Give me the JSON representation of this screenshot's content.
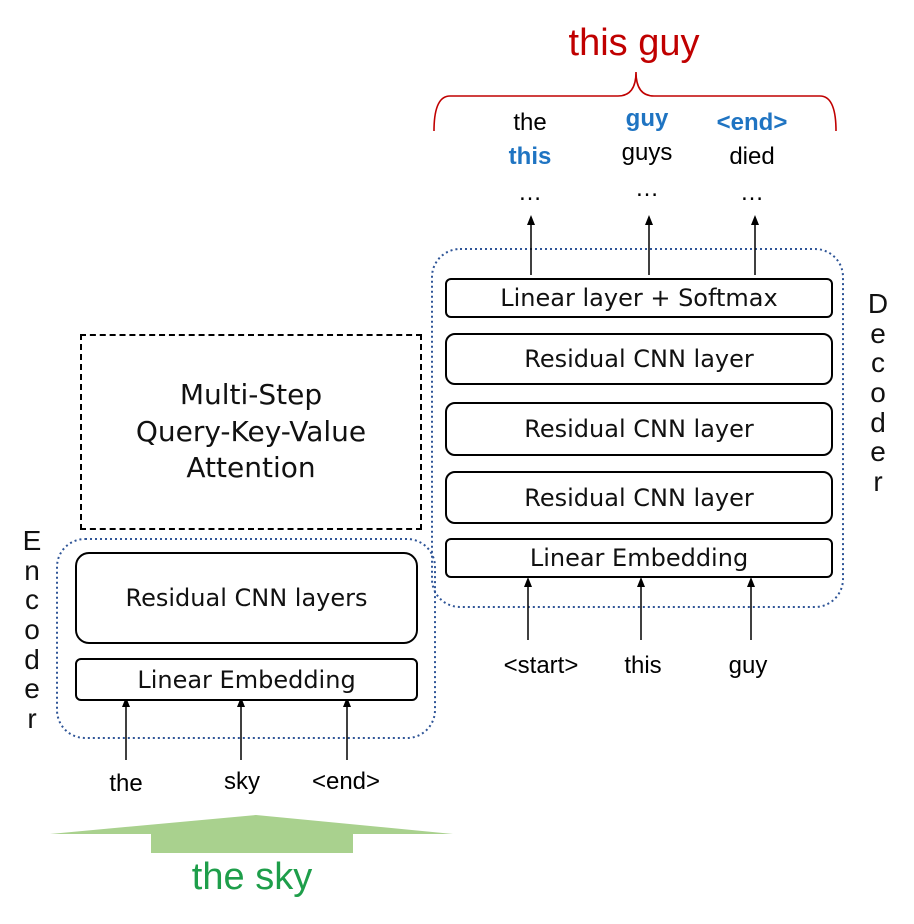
{
  "encoder": {
    "side_label": "Encoder",
    "layers_label": "Residual CNN layers",
    "embedding_label": "Linear Embedding",
    "inputs": [
      "the",
      "sky",
      "<end>"
    ],
    "phrase": "the sky",
    "phrase_color": "#1e9e4a",
    "arrow_color": "#a9d18e"
  },
  "attention": {
    "lines": [
      "Multi-Step",
      "Query-Key-Value",
      "Attention"
    ]
  },
  "decoder": {
    "side_label": "Decoder",
    "softmax_label": "Linear layer + Softmax",
    "cnn_layers": [
      "Residual CNN layer",
      "Residual CNN layer",
      "Residual CNN layer"
    ],
    "embedding_label": "Linear Embedding",
    "inputs": [
      "<start>",
      "this",
      "guy"
    ],
    "outputs": [
      {
        "candidates": [
          "the",
          "this",
          "…"
        ],
        "highlight": "this"
      },
      {
        "candidates": [
          "guy",
          "guys",
          "…"
        ],
        "highlight": "guy"
      },
      {
        "candidates": [
          "<end>",
          "died",
          "…"
        ],
        "highlight": "<end>"
      }
    ],
    "result": "this guy",
    "result_color": "#c00000",
    "highlight_color": "#1f74c2"
  }
}
